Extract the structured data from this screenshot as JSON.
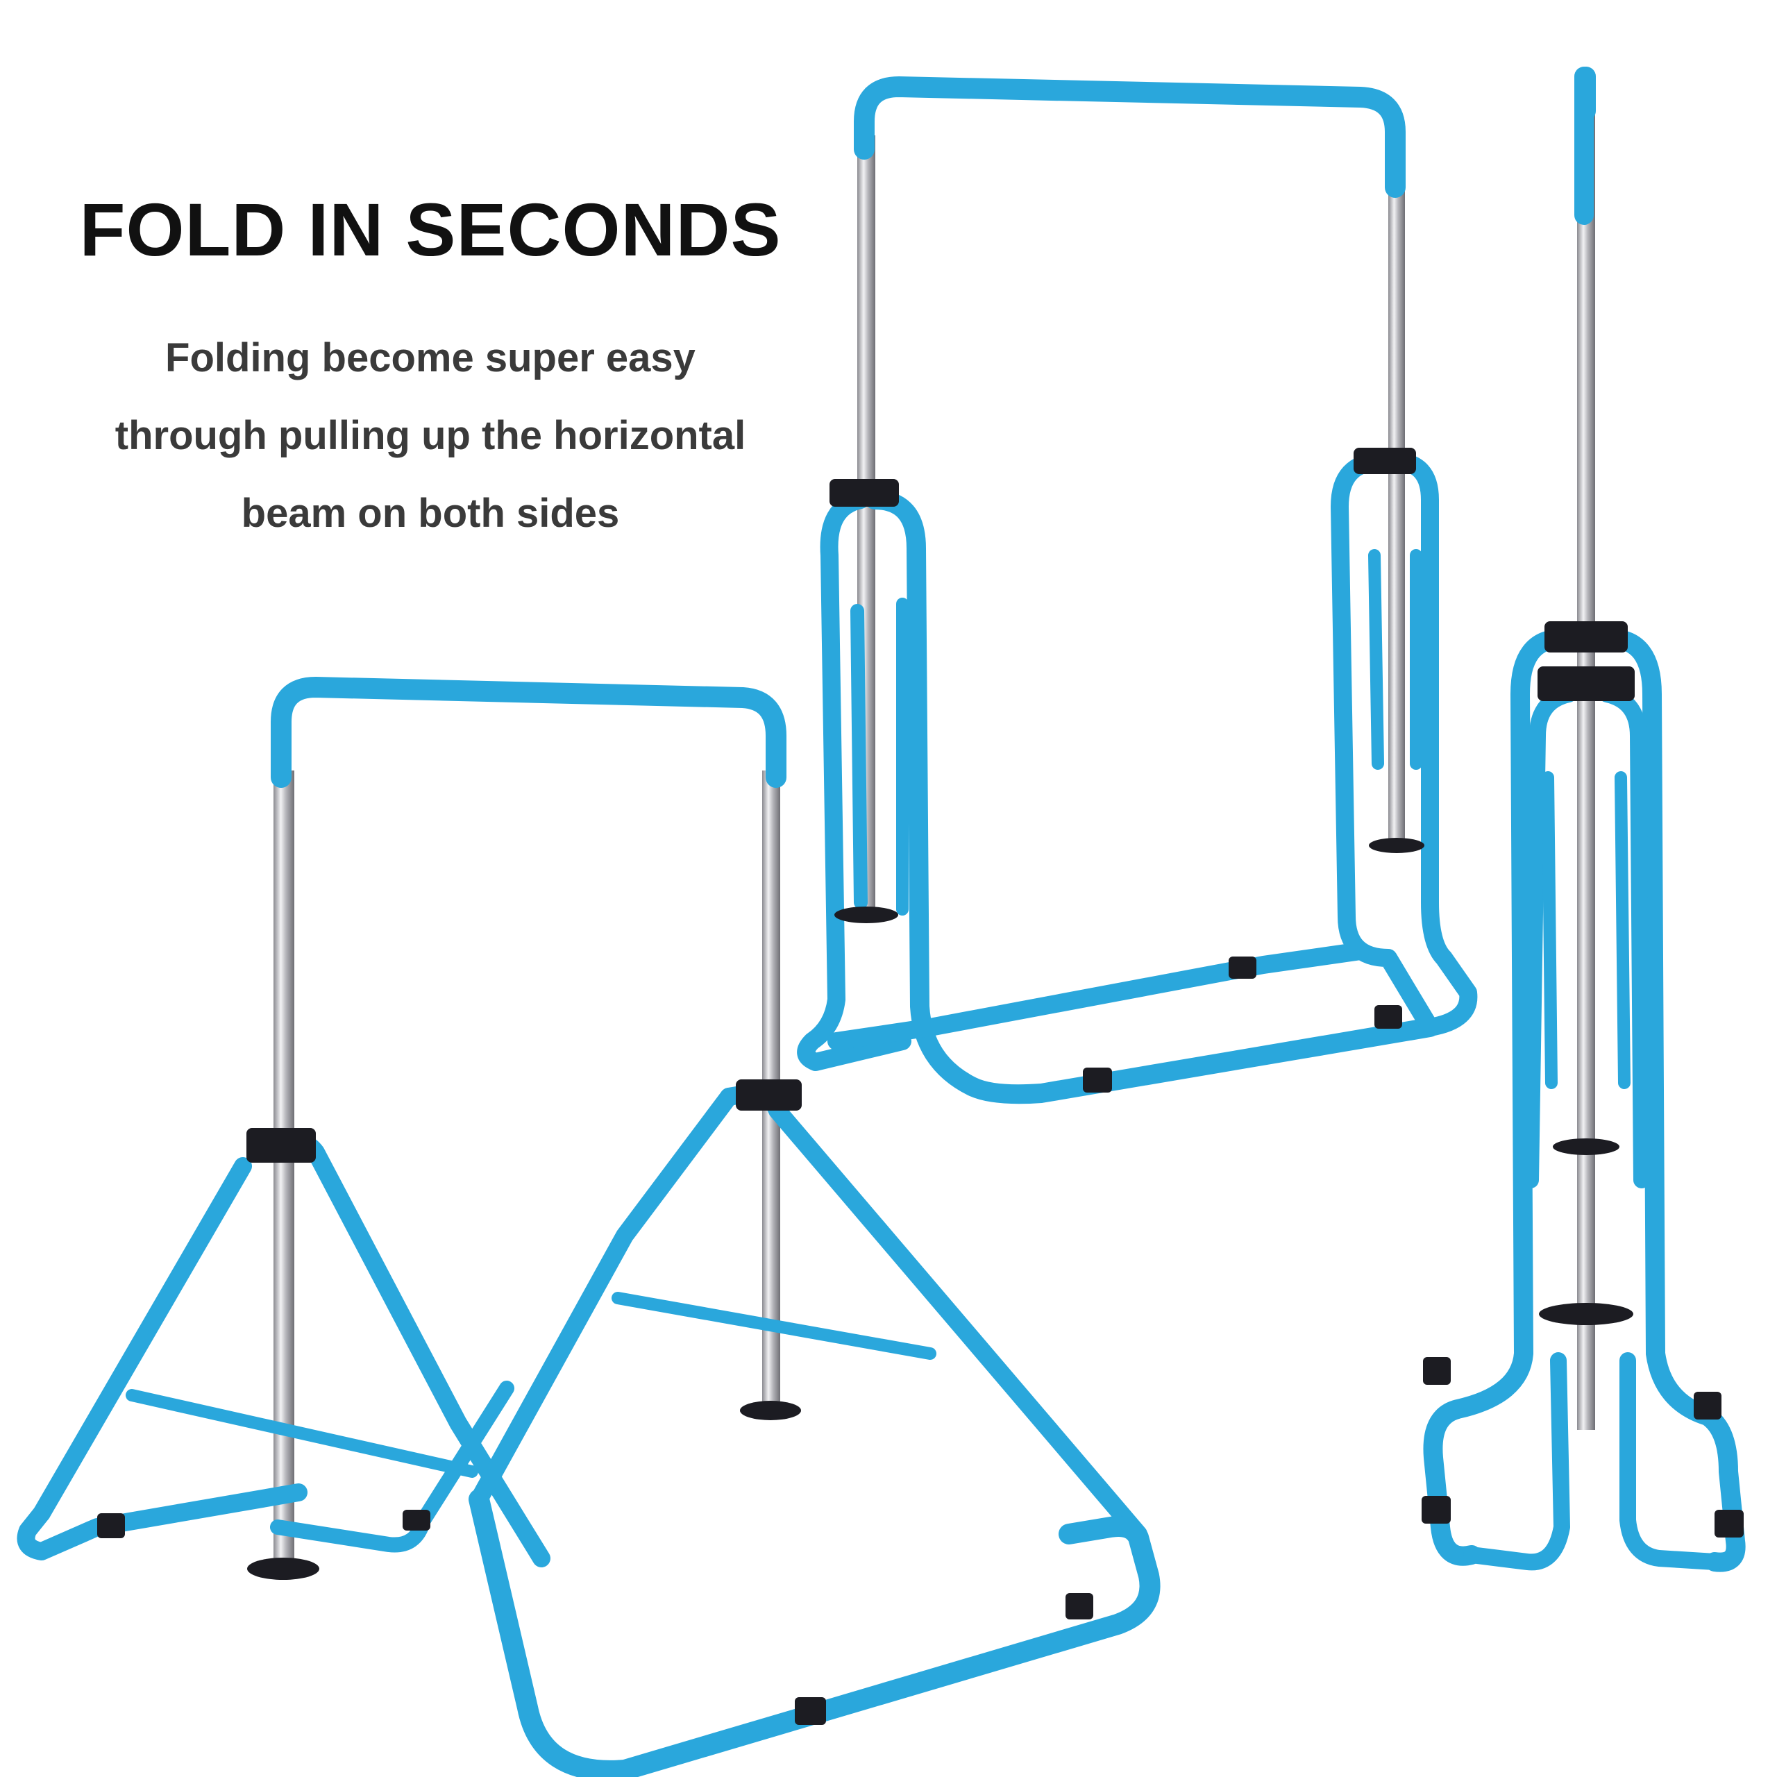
{
  "headline": "FOLD IN SECONDS",
  "description_lines": [
    "Folding become super easy",
    "through pulling up the horizontal",
    "beam on both sides"
  ],
  "colors": {
    "frame": "#2aa7dc",
    "frame_dark": "#1f8fc0",
    "chrome": "#c9c9cc",
    "chrome_dark": "#7c7c82",
    "rubber": "#1c1c22",
    "headline": "#111111",
    "description": "#3a3a3a"
  }
}
